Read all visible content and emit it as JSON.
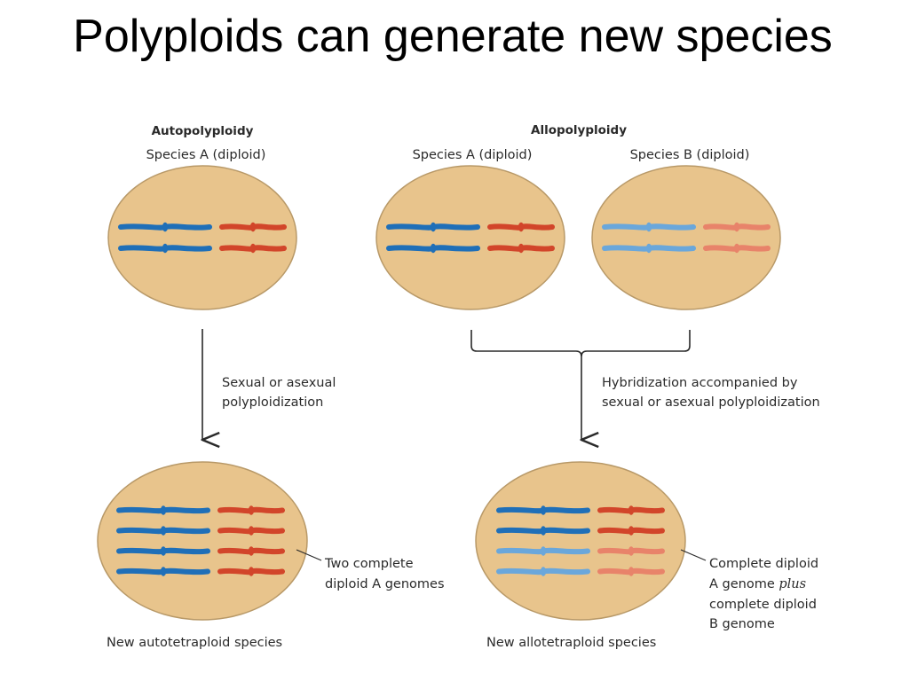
{
  "title": "Polyploids can generate new species",
  "auto": {
    "heading": "Autopolyploidy",
    "species_a": "Species A (diploid)",
    "process_line1": "Sexual or asexual",
    "process_line2": "polyploidization",
    "result_note_line1": "Two complete",
    "result_note_line2": "diploid A genomes",
    "result_label": "New autotetraploid species"
  },
  "allo": {
    "heading": "Allopolyploidy",
    "species_a": "Species A (diploid)",
    "species_b": "Species B (diploid)",
    "process_line1": "Hybridization accompanied by",
    "process_line2": "sexual or asexual polyploidization",
    "result_note_line1": "Complete diploid",
    "result_note_line2_prefix": "A genome ",
    "result_note_line2_italic": "plus",
    "result_note_line3": "complete diploid",
    "result_note_line4": "B genome",
    "result_label": "New allotetraploid species"
  },
  "colors": {
    "cell_fill": "#e8c48c",
    "cell_stroke": "#b89968",
    "genome_a_large": "#1f6fb8",
    "genome_a_small": "#d2452a",
    "genome_b_large": "#6aa7db",
    "genome_b_small": "#e8836a",
    "arrow": "#2a2a2a"
  }
}
